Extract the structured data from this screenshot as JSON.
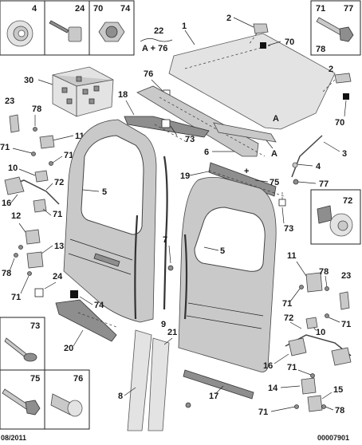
{
  "labels": {
    "l4": "4",
    "l24": "24",
    "l70": "70",
    "l74": "74",
    "l22": "22",
    "l22sub": "A + 76",
    "l1": "1",
    "l2a": "2",
    "l70a": "70",
    "l71tr": "71",
    "l77tr": "77",
    "l78tr": "78",
    "l2b": "2",
    "l70b": "70",
    "l30": "30",
    "l76": "76",
    "l18": "18",
    "l23a": "23",
    "l78a": "78",
    "l11a": "11",
    "l71a": "71",
    "l71b": "71",
    "l73a": "73",
    "lA1": "A",
    "lA2": "A",
    "l6": "6",
    "l3": "3",
    "l4b": "4",
    "l10a": "10",
    "l72a": "72",
    "l5a": "5",
    "l19": "19",
    "l75a": "75",
    "l77b": "77",
    "l16a": "16",
    "l71c": "71",
    "l72b": "72",
    "l73b": "73",
    "l12": "12",
    "l13": "13",
    "l7": "7",
    "l5b": "5",
    "l78b": "78",
    "l71d": "71",
    "l24b": "24",
    "l74b": "74",
    "l11b": "11",
    "l78c": "78",
    "l23b": "23",
    "l71e": "71",
    "l72c": "72",
    "l71f": "71",
    "l10b": "10",
    "l73c": "73",
    "l20": "20",
    "l21": "21",
    "l8": "8",
    "l9": "9",
    "l16b": "16",
    "l71g": "71",
    "l14": "14",
    "l15": "15",
    "l75b": "75",
    "l76b": "76",
    "l17": "17",
    "l71h": "71",
    "l78d": "78"
  },
  "footer": {
    "date": "08/2011",
    "ref": "00007901"
  }
}
